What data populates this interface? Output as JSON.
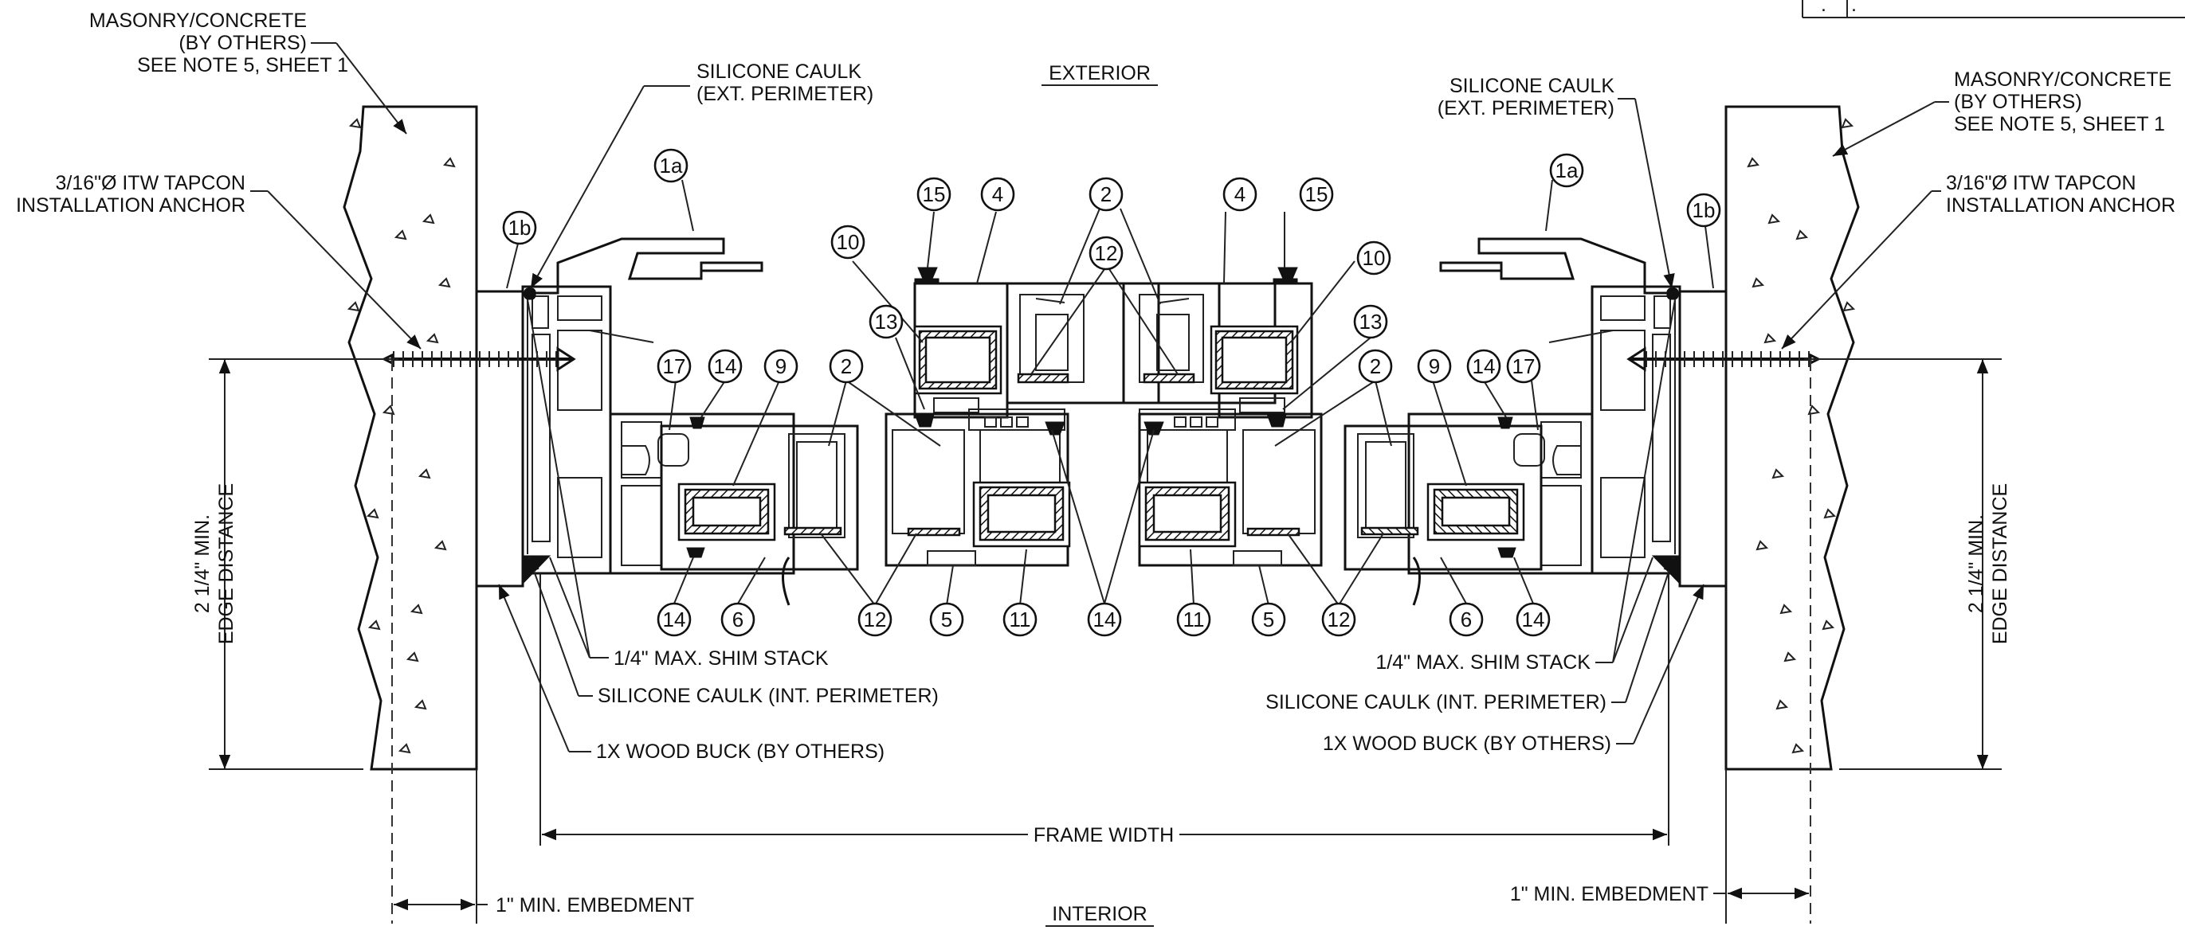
{
  "orientation": {
    "exterior": "EXTERIOR",
    "interior": "INTERIOR"
  },
  "left_labels": {
    "masonry": [
      "MASONRY/CONCRETE",
      "(BY OTHERS)",
      "SEE NOTE 5, SHEET 1"
    ],
    "silicone_ext": [
      "SILICONE CAULK",
      "(EXT. PERIMETER)"
    ],
    "anchor": [
      "3/16\"Ø ITW TAPCON",
      "INSTALLATION ANCHOR"
    ],
    "edge_distance": [
      "2 1/4\" MIN.",
      "EDGE DISTANCE"
    ],
    "shim": "1/4\" MAX. SHIM STACK",
    "silicone_int": "SILICONE CAULK (INT. PERIMETER)",
    "wood_buck": "1X WOOD BUCK (BY OTHERS)",
    "embedment": "1\" MIN. EMBEDMENT"
  },
  "right_labels": {
    "masonry": [
      "MASONRY/CONCRETE",
      "(BY OTHERS)",
      "SEE NOTE 5, SHEET 1"
    ],
    "silicone_ext": [
      "SILICONE CAULK",
      "(EXT. PERIMETER)"
    ],
    "anchor": [
      "3/16\"Ø ITW TAPCON",
      "INSTALLATION ANCHOR"
    ],
    "edge_distance": [
      "2 1/4\" MIN.",
      "EDGE DISTANCE"
    ],
    "shim": "1/4\" MAX. SHIM STACK",
    "silicone_int": "SILICONE CAULK (INT. PERIMETER)",
    "wood_buck": "1X WOOD BUCK (BY OTHERS)",
    "embedment": "1\" MIN. EMBEDMENT"
  },
  "frame_width": "FRAME WIDTH",
  "title_block_marks": [
    ".",
    "."
  ],
  "balloons": {
    "b_1a_l": "1a",
    "b_1b_l": "1b",
    "b_15_l": "15",
    "b_4_l": "4",
    "b_2_top": "2",
    "b_4_r": "4",
    "b_15_r": "15",
    "b_1a_r": "1a",
    "b_1b_r": "1b",
    "b_10_l": "10",
    "b_12_top": "12",
    "b_10_r": "10",
    "b_13_l": "13",
    "b_13_r": "13",
    "b_17_l": "17",
    "b_14_l": "14",
    "b_9_l": "9",
    "b_2_l": "2",
    "b_2_r": "2",
    "b_9_r": "9",
    "b_14_r": "14",
    "b_17_r": "17",
    "b_14_bl": "14",
    "b_6_l": "6",
    "b_12_bl": "12",
    "b_5_l": "5",
    "b_11_l": "11",
    "b_14_mid": "14",
    "b_11_r": "11",
    "b_5_r": "5",
    "b_12_br": "12",
    "b_6_r": "6",
    "b_14_br": "14"
  }
}
